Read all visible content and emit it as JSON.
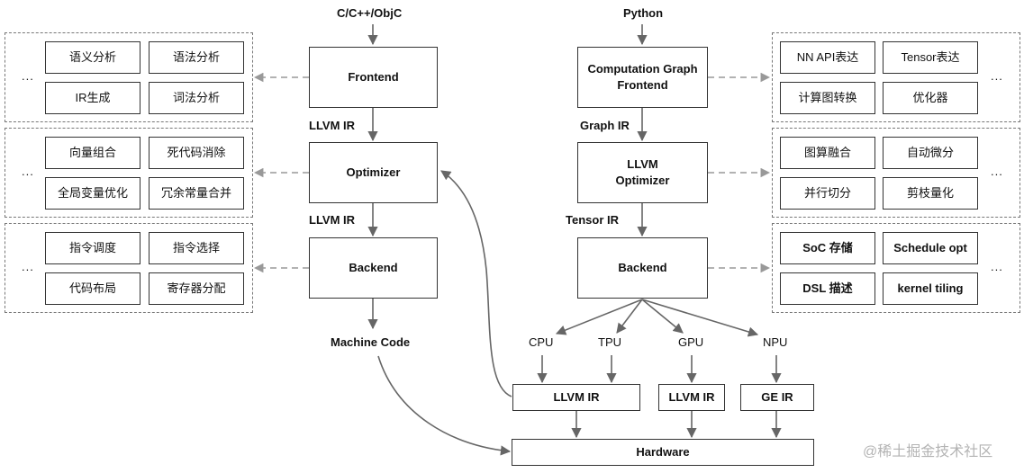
{
  "left": {
    "input": "C/C++/ObjC",
    "frontend": "Frontend",
    "ir1": "LLVM IR",
    "optimizer": "Optimizer",
    "ir2": "LLVM IR",
    "backend": "Backend",
    "output": "Machine Code",
    "frontend_panel": [
      "语义分析",
      "语法分析",
      "IR生成",
      "词法分析"
    ],
    "optimizer_panel": [
      "向量组合",
      "死代码消除",
      "全局变量优化",
      "冗余常量合并"
    ],
    "backend_panel": [
      "指令调度",
      "指令选择",
      "代码布局",
      "寄存器分配"
    ]
  },
  "right": {
    "input": "Python",
    "frontend": "Computation Graph\nFrontend",
    "ir1": "Graph IR",
    "optimizer": "LLVM\nOptimizer",
    "ir2": "Tensor IR",
    "backend": "Backend",
    "frontend_panel": [
      "NN API表达",
      "Tensor表达",
      "计算图转换",
      "优化器"
    ],
    "optimizer_panel": [
      "图算融合",
      "自动微分",
      "并行切分",
      "剪枝量化"
    ],
    "backend_panel": [
      "SoC 存储",
      "Schedule opt",
      "DSL 描述",
      "kernel tiling"
    ]
  },
  "targets": [
    "CPU",
    "TPU",
    "GPU",
    "NPU"
  ],
  "target_irs": [
    "LLVM IR",
    "LLVM IR",
    "GE IR"
  ],
  "hardware": "Hardware",
  "ellipsis": "...",
  "watermark": "@稀土掘金技术社区",
  "colors": {
    "box_border": "#333333",
    "arrow": "#666666",
    "dashed": "#999999"
  }
}
